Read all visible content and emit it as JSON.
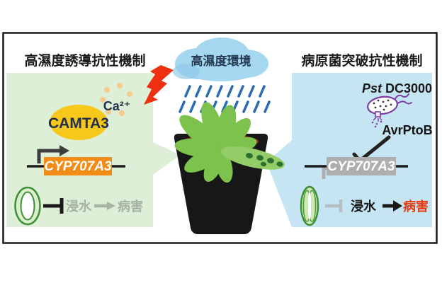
{
  "left_panel": {
    "title": "高濕度誘導抗性機制",
    "transcription_factor": "CAMTA3",
    "calcium_label": "Ca²⁺",
    "gene_label": "CYP707A3",
    "flooding_label": "浸水",
    "disease_label": "病害"
  },
  "center": {
    "cloud_label": "高濕度環境"
  },
  "right_panel": {
    "title": "病原菌突破抗性機制",
    "pathogen_italic": "Pst",
    "pathogen_rest": "DC3000",
    "effector_label": "AvrPtoB",
    "gene_label": "CYP707A3",
    "flooding_label": "浸水",
    "disease_label": "病害"
  },
  "colors": {
    "left_panel_bg": "#ddefd6",
    "right_panel_bg": "#c6e5f3",
    "camta3_fill": "#f6c81c",
    "calcium_dot": "#f6c98c",
    "gene_box_active": "#f28c17",
    "gene_box_inactive": "#aeaeae",
    "lightning_red": "#ee2f10",
    "disease_red": "#e8380d",
    "rain_blue": "#2a6cb3",
    "cloud_blue": "#a6d7f0",
    "bacterium_purple": "#7b3fa3",
    "leaf_green": "#7cc24c",
    "stoma_green": "#3e8e3a",
    "muted_gray_green": "#a6b3a4",
    "muted_gray_blue": "#b6bec4"
  },
  "icons": {
    "cloud-icon": "light-blue cloud shape",
    "rain-icon": "slanted blue dashes",
    "lightning-icon": "red zigzag bolt",
    "plant-icon": "arabidopsis rosette in black pot",
    "stoma-open-icon": "green ellipse with wide white pore",
    "stoma-closed-icon": "green ellipse with thin white slit",
    "bacterium-icon": "purple-outlined cell with dots and flagella",
    "promoter-arrow-icon": "bent transcription arrow",
    "inhibition-icon": "T-bar repression symbol",
    "arrow-icon": "right arrow"
  }
}
